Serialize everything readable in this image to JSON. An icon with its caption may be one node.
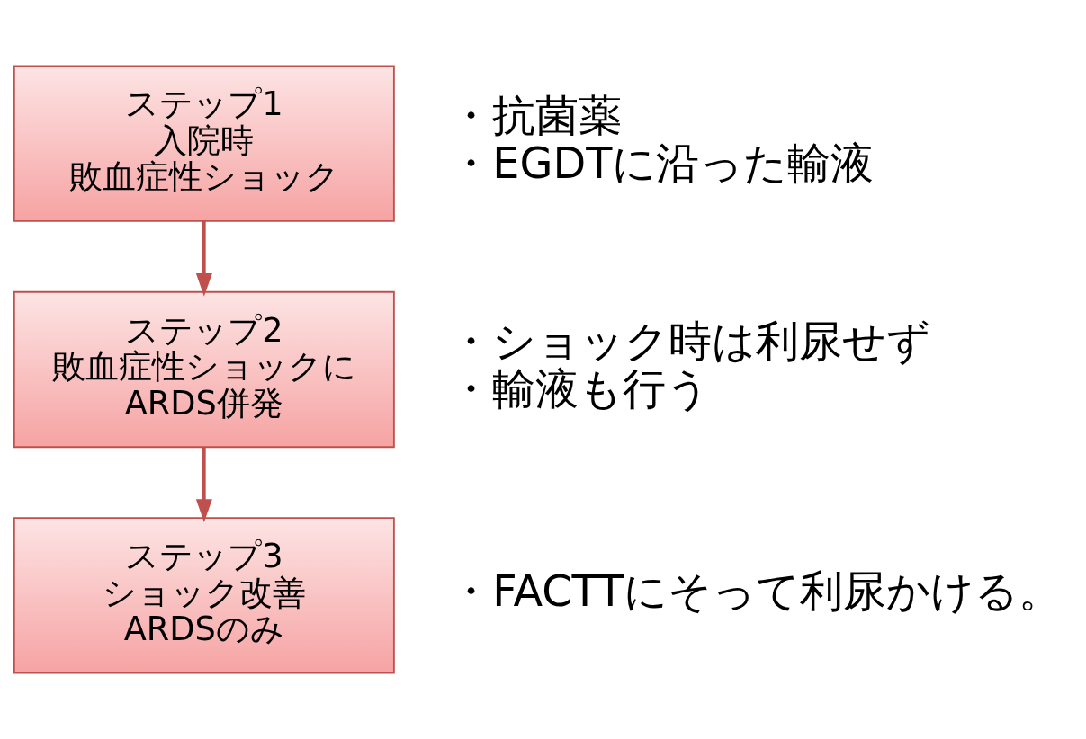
{
  "diagram": {
    "nodes": [
      {
        "text": [
          "ステップ1",
          "入院時",
          "敗血症性ショック"
        ],
        "beside": [
          "・抗菌薬",
          "・EGDTに沿った輸液"
        ]
      },
      {
        "text": [
          "ステップ2",
          "敗血症性ショックに",
          "ARDS併発"
        ],
        "beside": [
          "・ショック時は利尿せず",
          "・輸液も行う"
        ]
      },
      {
        "text": [
          "ステップ3",
          "ショック改善",
          "ARDSのみ"
        ],
        "beside": [
          "・FACTTにそって利尿かける。"
        ]
      }
    ],
    "edges": [
      {
        "from": 0,
        "to": 1,
        "arrow": "to"
      },
      {
        "from": 1,
        "to": 2,
        "arrow": "to"
      }
    ]
  }
}
